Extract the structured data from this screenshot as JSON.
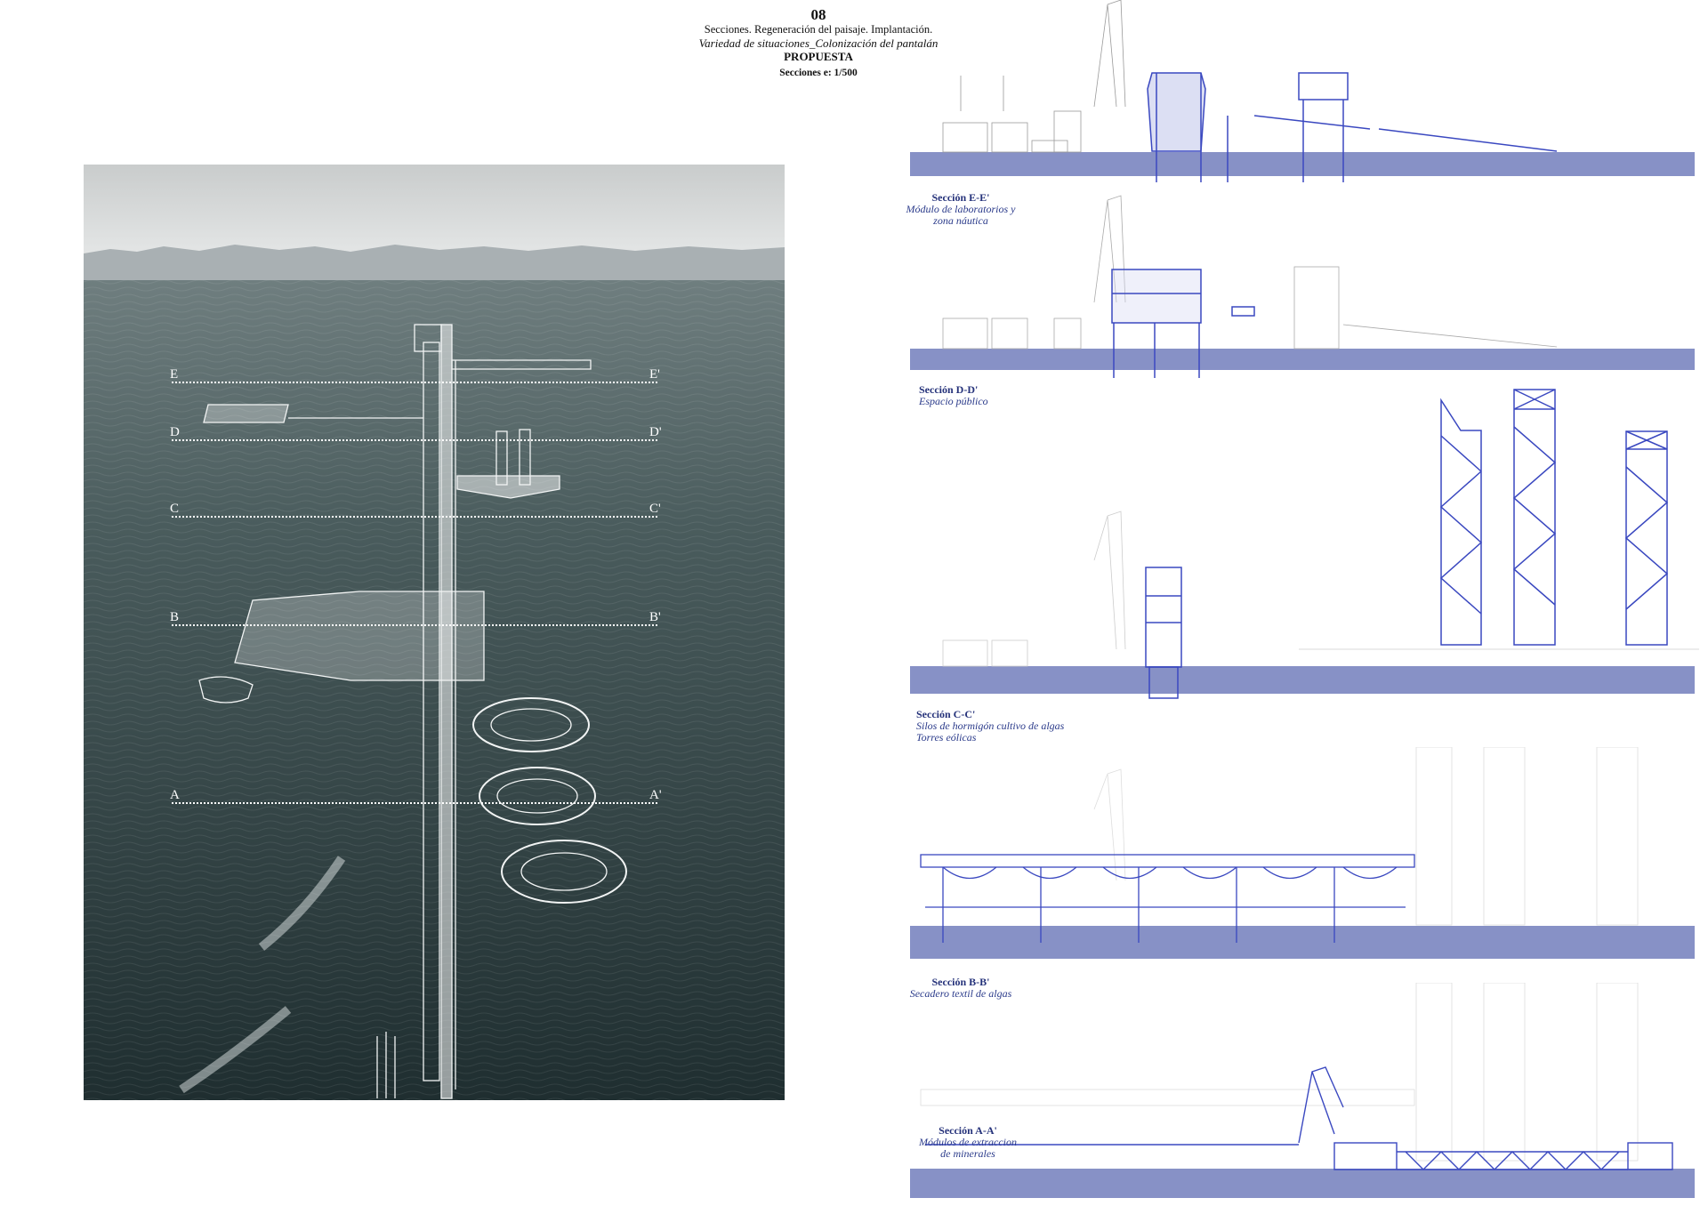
{
  "header": {
    "number": "08",
    "line1": "Secciones. Regeneración del paisaje. Implantación.",
    "line2": "Variedad de situaciones_Colonización del pantalán",
    "line3": "PROPUESTA",
    "line4": "Secciones e: 1/500"
  },
  "photo": {
    "cut_lines": [
      {
        "left": "E",
        "right": "E'"
      },
      {
        "left": "D",
        "right": "D'"
      },
      {
        "left": "C",
        "right": "C'"
      },
      {
        "left": "B",
        "right": "B'"
      },
      {
        "left": "A",
        "right": "A'"
      }
    ]
  },
  "sections": [
    {
      "title": "Sección E-E'",
      "subtitle": [
        "Módulo de laboratorios y",
        "zona náutica"
      ]
    },
    {
      "title": "Sección D-D'",
      "subtitle": [
        "Espacio público"
      ]
    },
    {
      "title": "Sección C-C'",
      "subtitle": [
        "Silos de hormigón cultivo de algas",
        "Torres eólicas"
      ]
    },
    {
      "title": "Sección B-B'",
      "subtitle": [
        "Secadero textil de algas"
      ]
    },
    {
      "title": "Sección A-A'",
      "subtitle": [
        "Módulos de extraccion",
        "de minerales"
      ]
    }
  ],
  "colors": {
    "ink": "#2a3a8a",
    "accent": "#3a48c0",
    "water": "#7f8cc4",
    "sea": "#2f4444"
  }
}
